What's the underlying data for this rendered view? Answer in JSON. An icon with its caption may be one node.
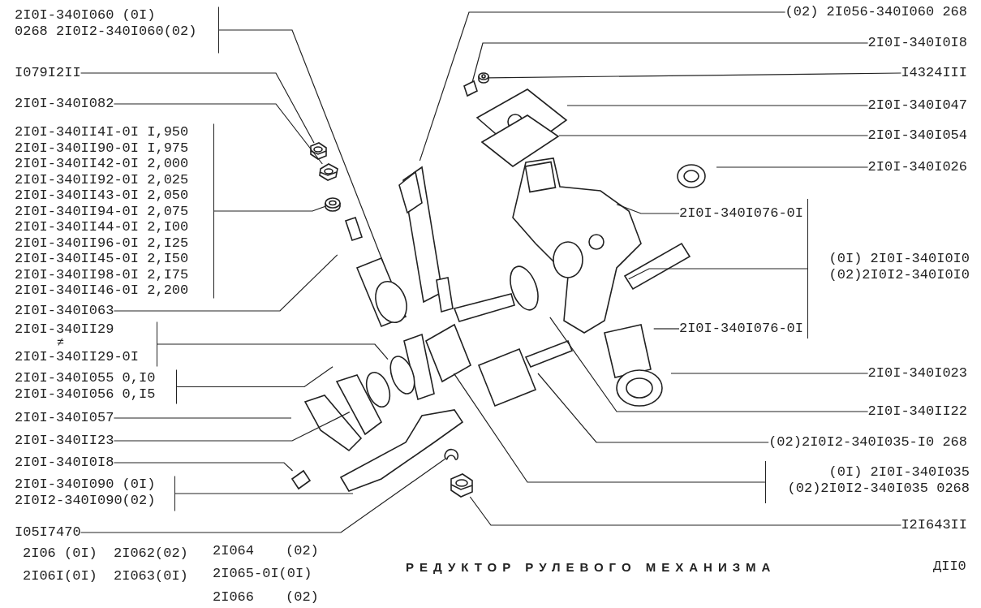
{
  "diagram": {
    "title": "РЕДУКТОР РУЛЕВОГО МЕХАНИЗМА",
    "nodes": [
      {
        "text": [
          "2I0I-340I060 (0I)",
          "0268 2I0I2-340I060(02)"
        ]
      },
      {
        "text": [
          "I079I2II"
        ]
      },
      {
        "text": [
          "2I0I-340I082"
        ]
      },
      {
        "text": [
          "2I0I-340II4I-0I I,950",
          "2I0I-340II90-0I I,975",
          "2I0I-340II42-0I 2,000",
          "2I0I-340II92-0I 2,025",
          "2I0I-340II43-0I 2,050",
          "2I0I-340II94-0I 2,075",
          "2I0I-340II44-0I 2,I00",
          "2I0I-340II96-0I 2,I25",
          "2I0I-340II45-0I 2,I50",
          "2I0I-340II98-0I 2,I75",
          "2I0I-340II46-0I 2,200"
        ]
      },
      {
        "text": [
          "2I0I-340I063"
        ]
      },
      {
        "text": [
          "2I0I-340II29",
          "≠",
          "2I0I-340II29-0I"
        ]
      },
      {
        "text": [
          "2I0I-340I055 0,I0",
          "2I0I-340I056 0,I5"
        ]
      },
      {
        "text": [
          "2I0I-340I057"
        ]
      },
      {
        "text": [
          "2I0I-340II23"
        ]
      },
      {
        "text": [
          "2I0I-340I0I8"
        ]
      },
      {
        "text": [
          "2I0I-340I090 (0I)",
          "2I0I2-340I090(02)"
        ]
      },
      {
        "text": [
          "I05I7470"
        ]
      },
      {
        "text": [
          "(02) 2I056-340I060 268"
        ]
      },
      {
        "text": [
          "2I0I-340I0I8"
        ]
      },
      {
        "text": [
          "I4324III"
        ]
      },
      {
        "text": [
          "2I0I-340I047"
        ]
      },
      {
        "text": [
          "2I0I-340I054"
        ]
      },
      {
        "text": [
          "2I0I-340I026"
        ]
      },
      {
        "text": [
          "2I0I-340I076-0I"
        ]
      },
      {
        "text": [
          "(0I) 2I0I-340I0I0",
          "(02)2I0I2-340I0I0"
        ]
      },
      {
        "text": [
          "2I0I-340I076-0I"
        ]
      },
      {
        "text": [
          "2I0I-340I023"
        ]
      },
      {
        "text": [
          "2I0I-340II22"
        ]
      },
      {
        "text": [
          "(02)2I0I2-340I035-I0 268"
        ]
      },
      {
        "text": [
          "(0I) 2I0I-340I035",
          "(02)2I0I2-340I035 0268"
        ]
      },
      {
        "text": [
          "I2I643II"
        ]
      },
      {
        "text": [],
        "shape": "picture"
      },
      {
        "text": [],
        "shape": "picture"
      },
      {
        "text": [],
        "shape": "picture"
      },
      {
        "text": [],
        "shape": "picture"
      },
      {
        "text": [],
        "shape": "picture"
      },
      {
        "text": [],
        "shape": "picture"
      },
      {
        "text": [],
        "shape": "picture"
      },
      {
        "text": [],
        "shape": "picture"
      }
    ],
    "edges": [
      {
        "from": 0,
        "to": null,
        "arrow": "none"
      },
      {
        "from": 1,
        "to": 27,
        "arrow": "none"
      },
      {
        "from": 2,
        "to": 28,
        "arrow": "none"
      },
      {
        "from": 3,
        "to": 29,
        "arrow": "none"
      },
      {
        "from": 4,
        "to": null,
        "arrow": "none"
      },
      {
        "from": 5,
        "to": null,
        "arrow": "none"
      },
      {
        "from": 6,
        "to": null,
        "arrow": "none"
      },
      {
        "from": 7,
        "to": null,
        "arrow": "none"
      },
      {
        "from": 8,
        "to": null,
        "arrow": "none"
      },
      {
        "from": 9,
        "to": 26,
        "arrow": "none"
      },
      {
        "from": 10,
        "to": null,
        "arrow": "none"
      },
      {
        "from": 11,
        "to": 30,
        "arrow": "none"
      },
      {
        "from": 12,
        "to": null,
        "arrow": "none"
      },
      {
        "from": 13,
        "to": 32,
        "arrow": "none"
      },
      {
        "from": 14,
        "to": 33,
        "arrow": "none"
      },
      {
        "from": 15,
        "to": null,
        "arrow": "none"
      },
      {
        "from": 16,
        "to": null,
        "arrow": "none"
      },
      {
        "from": 17,
        "to": null,
        "arrow": "none"
      },
      {
        "from": 18,
        "to": null,
        "arrow": "none"
      },
      {
        "from": 19,
        "to": null,
        "arrow": "none"
      },
      {
        "from": 20,
        "to": null,
        "arrow": "none"
      },
      {
        "from": 21,
        "to": null,
        "arrow": "none"
      },
      {
        "from": 22,
        "to": null,
        "arrow": "none"
      },
      {
        "from": 23,
        "to": null,
        "arrow": "none"
      },
      {
        "from": 24,
        "to": null,
        "arrow": "none"
      },
      {
        "from": 25,
        "to": 31,
        "arrow": "none"
      }
    ],
    "labels": [
      "2I06 (0I)",
      "2I062(02)",
      "2I064",
      "(02)",
      "2I06I(0I)",
      "2I063(0I)",
      "2I065-0I(0I)",
      "2I066",
      "(02)",
      "ДII0"
    ]
  }
}
